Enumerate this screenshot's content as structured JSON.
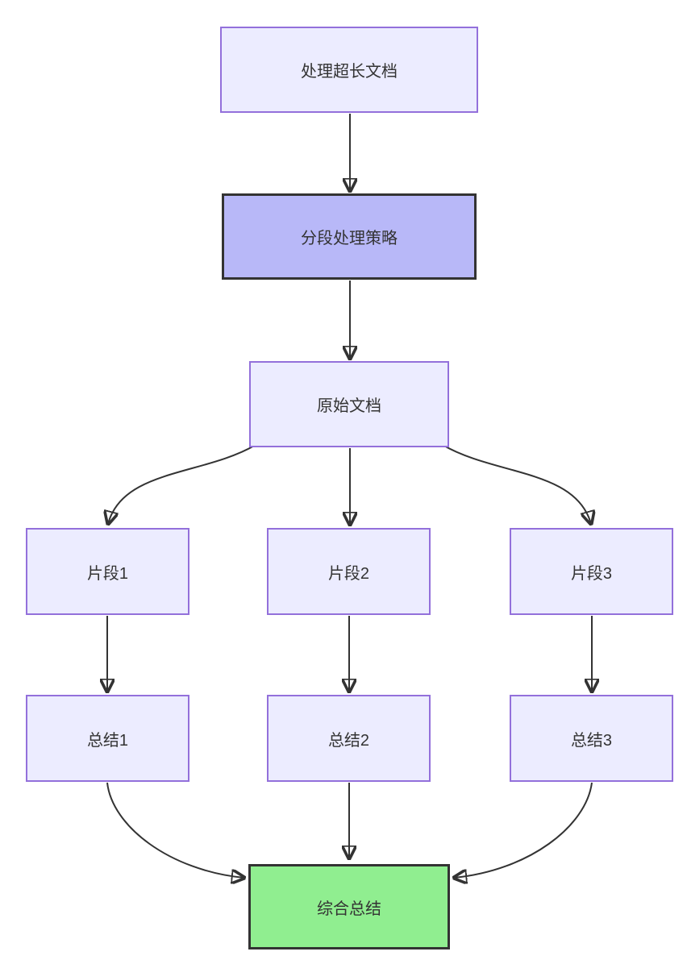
{
  "diagram": {
    "type": "flowchart-top-down",
    "nodes": [
      {
        "id": "A",
        "label": "处理超长文档",
        "style": "default"
      },
      {
        "id": "B",
        "label": "分段处理策略",
        "style": "accent-purple"
      },
      {
        "id": "C",
        "label": "原始文档",
        "style": "default"
      },
      {
        "id": "D1",
        "label": "片段1",
        "style": "default"
      },
      {
        "id": "D2",
        "label": "片段2",
        "style": "default"
      },
      {
        "id": "D3",
        "label": "片段3",
        "style": "default"
      },
      {
        "id": "E1",
        "label": "总结1",
        "style": "default"
      },
      {
        "id": "E2",
        "label": "总结2",
        "style": "default"
      },
      {
        "id": "E3",
        "label": "总结3",
        "style": "default"
      },
      {
        "id": "F",
        "label": "综合总结",
        "style": "accent-green"
      }
    ],
    "edges": [
      {
        "from": "A",
        "to": "B"
      },
      {
        "from": "B",
        "to": "C"
      },
      {
        "from": "C",
        "to": "D1"
      },
      {
        "from": "C",
        "to": "D2"
      },
      {
        "from": "C",
        "to": "D3"
      },
      {
        "from": "D1",
        "to": "E1"
      },
      {
        "from": "D2",
        "to": "E2"
      },
      {
        "from": "D3",
        "to": "E3"
      },
      {
        "from": "E1",
        "to": "F"
      },
      {
        "from": "E2",
        "to": "F"
      },
      {
        "from": "E3",
        "to": "F"
      }
    ],
    "colors": {
      "node_fill": "#ECECFF",
      "node_border": "#9370DB",
      "accent_purple_fill": "#B8B8F8",
      "accent_green_fill": "#90EE90",
      "accent_border": "#333333",
      "edge": "#333333",
      "text": "#333333",
      "background": "#FFFFFF"
    }
  }
}
